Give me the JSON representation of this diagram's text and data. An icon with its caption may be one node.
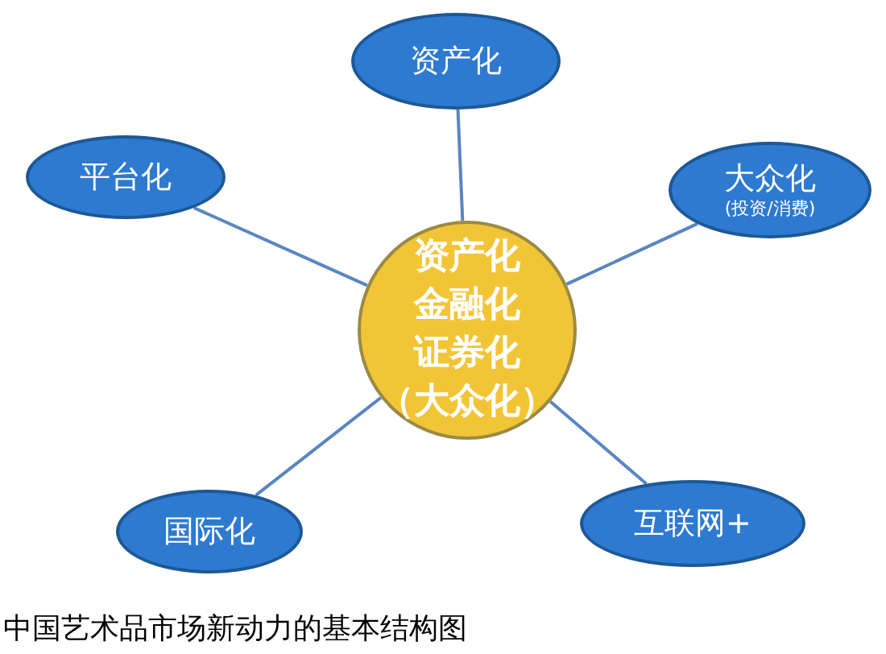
{
  "diagram": {
    "caption": "中国艺术品市场新动力的基本结构图",
    "nodes": [
      {
        "text": [
          "资产化",
          "金融化",
          "证券化",
          "（大众化）"
        ]
      },
      {
        "text": [
          "资产化"
        ]
      },
      {
        "text": [
          "平台化"
        ]
      },
      {
        "text": [
          "大众化",
          "(投资/消费)"
        ]
      },
      {
        "text": [
          "国际化"
        ]
      },
      {
        "text": [
          "互联网+"
        ]
      }
    ],
    "edges": [
      {
        "from": 0,
        "to": 1,
        "arrow": "none"
      },
      {
        "from": 0,
        "to": 2,
        "arrow": "none"
      },
      {
        "from": 0,
        "to": 3,
        "arrow": "none"
      },
      {
        "from": 0,
        "to": 4,
        "arrow": "none"
      },
      {
        "from": 0,
        "to": 5,
        "arrow": "none"
      }
    ]
  }
}
